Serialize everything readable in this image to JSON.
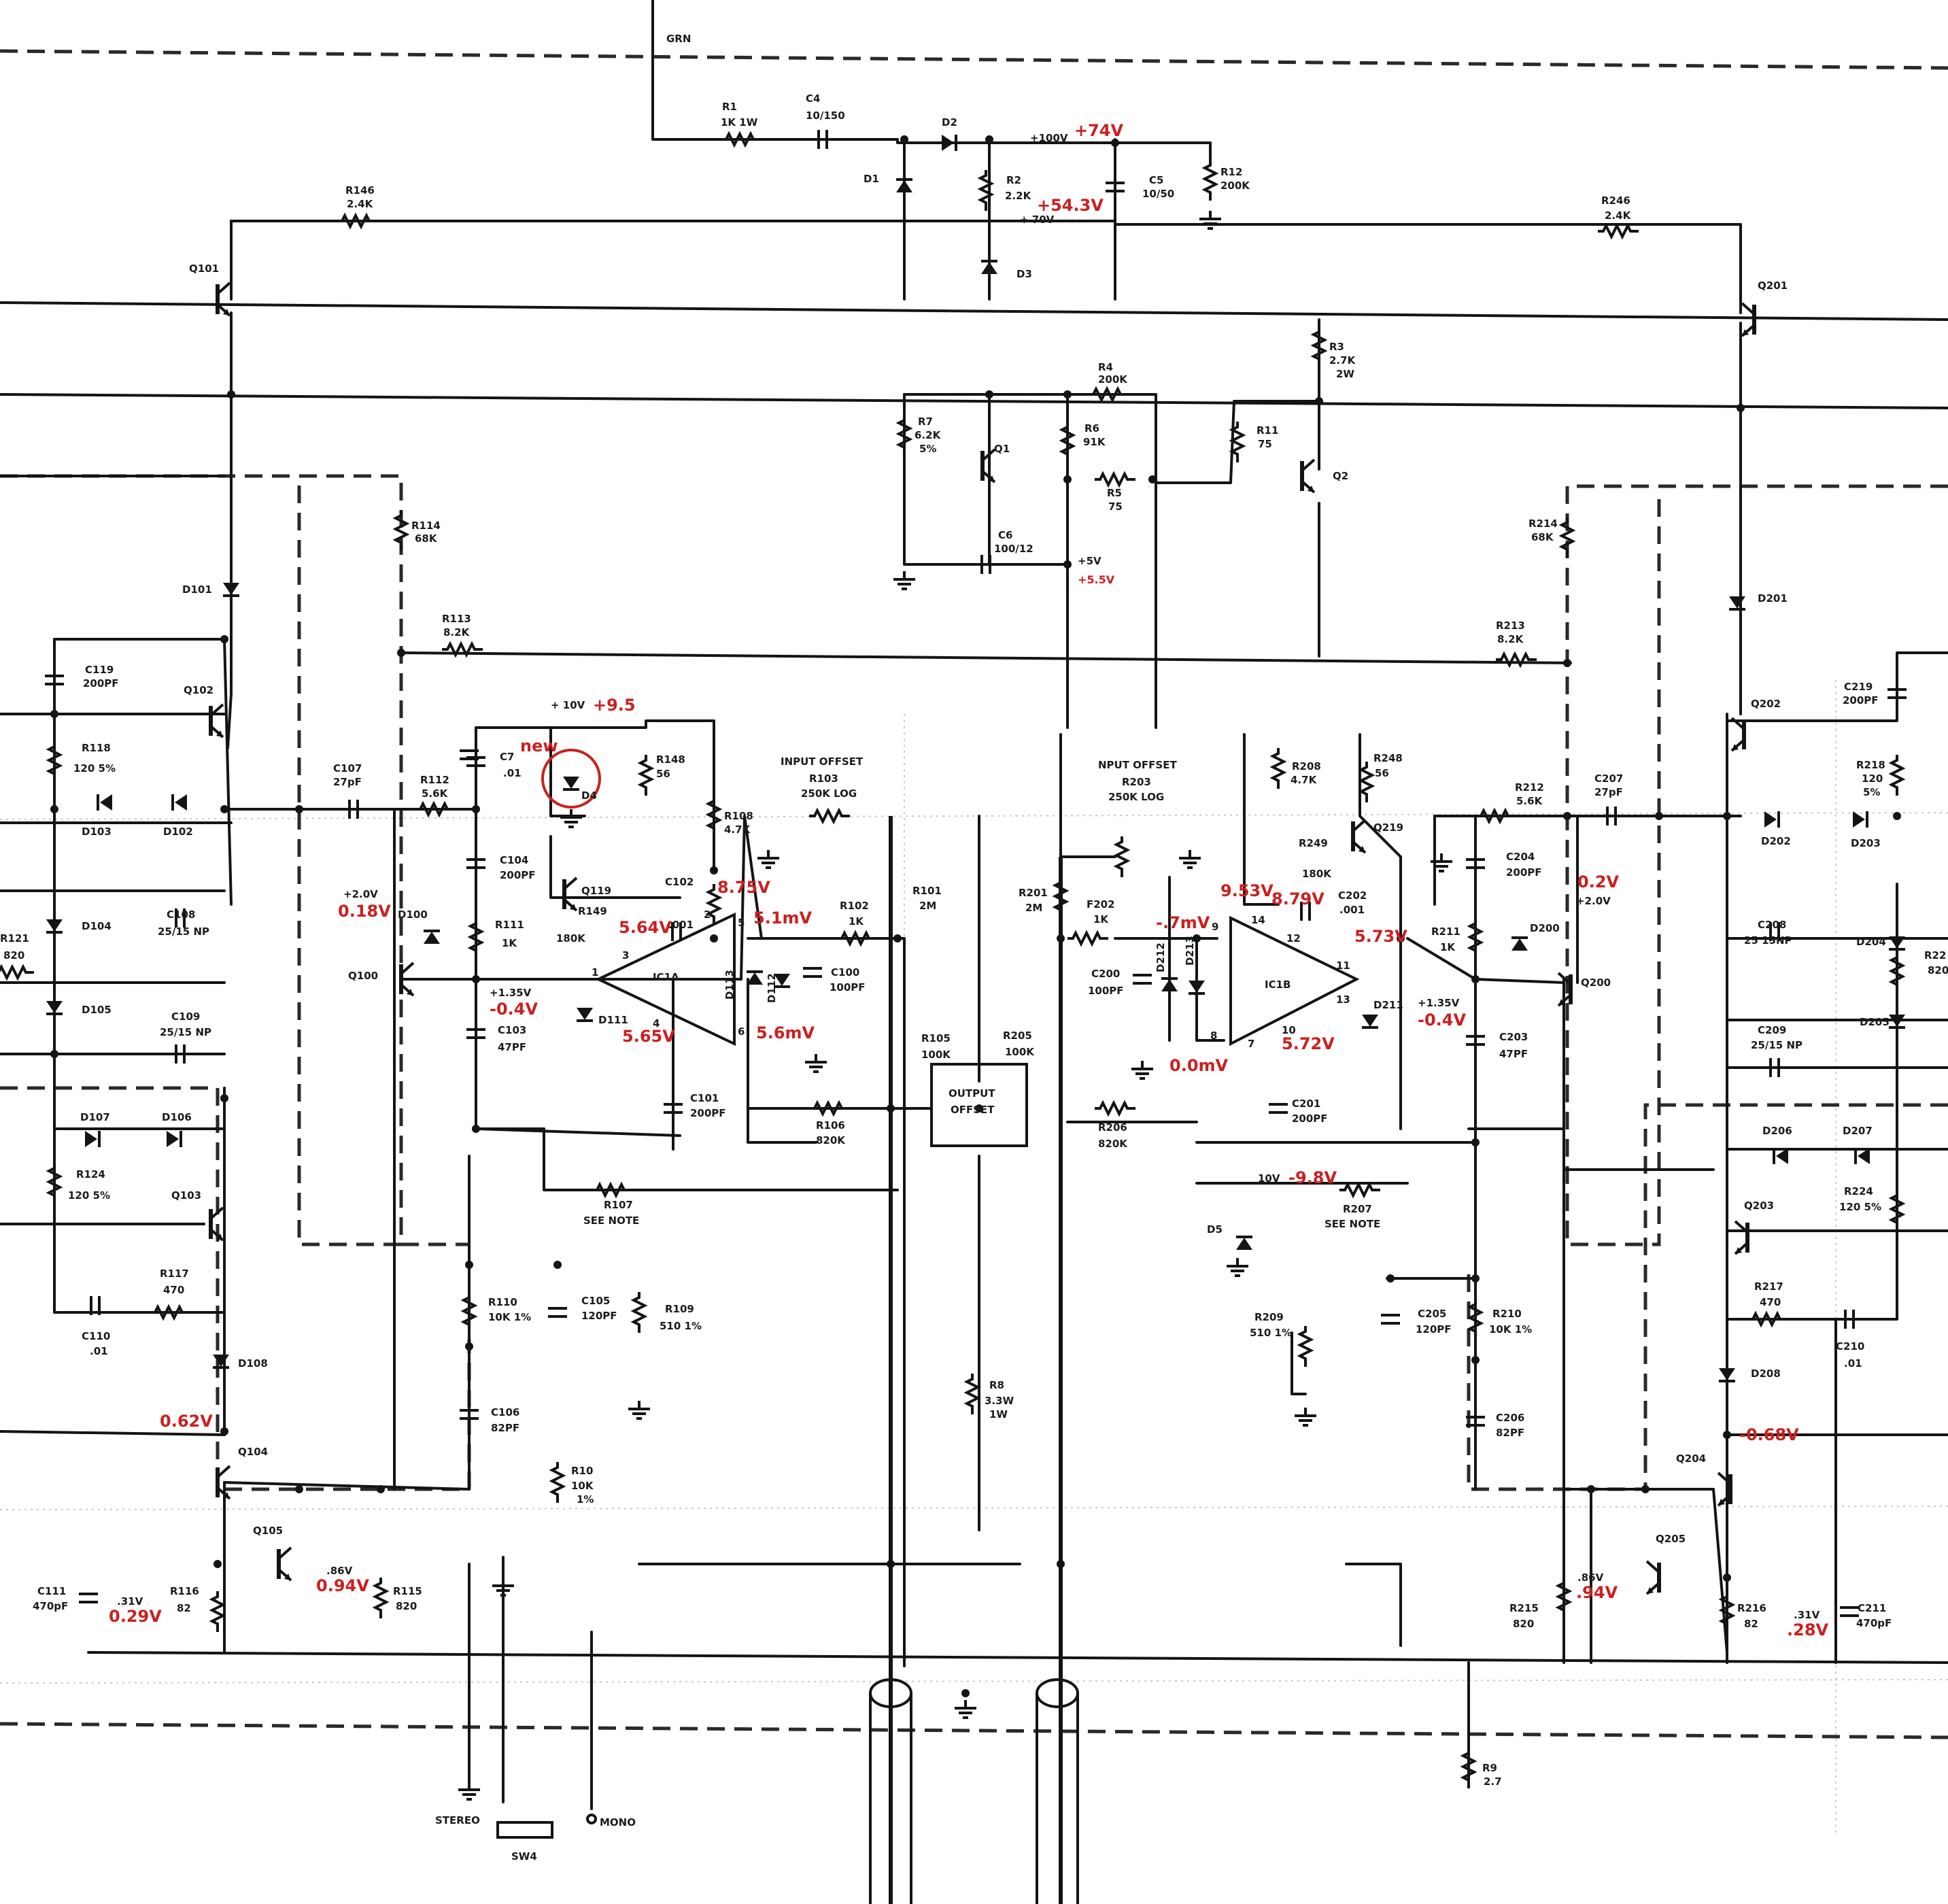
{
  "labels": {
    "grn": "GRN",
    "r1": "R1",
    "r1_val": "1K 1W",
    "c4": "C4",
    "c4_val": "10/150",
    "d2": "D2",
    "d1": "D1",
    "d3": "D3",
    "v100": "+100V",
    "v100_meas": "+74V",
    "r12": "R12",
    "r12_val": "200K",
    "r2": "R2",
    "r2_val": "2.2K",
    "v70": "+ 70V",
    "v70_meas": "+54.3V",
    "c5": "C5",
    "c5_val": "10/50",
    "r146": "R146",
    "r146_val": "2.4K",
    "r246": "R246",
    "r246_val": "2.4K",
    "q101": "Q101",
    "q201": "Q201",
    "r3": "R3",
    "r3_val": "2.7K",
    "r3_w": "2W",
    "r4": "R4",
    "r4_val": "200K",
    "r7": "R7",
    "r7_val": "6.2K",
    "r7_tol": "5%",
    "q1": "Q1",
    "r6": "R6",
    "r6_val": "91K",
    "r5": "R5",
    "r5_val": "75",
    "r11": "R11",
    "r11_val": "75",
    "q2": "Q2",
    "c6": "C6",
    "c6_val": "100/12",
    "v5": "+5V",
    "v5_meas": "+5.5V",
    "r114": "R114",
    "r114_val": "68K",
    "r214": "R214",
    "r214_val": "68K",
    "d101": "D101",
    "d201": "D201",
    "r113": "R113",
    "r113_val": "8.2K",
    "r213": "R213",
    "r213_val": "8.2K",
    "c119": "C119",
    "c119_val": "200PF",
    "c219": "C219",
    "c219_val": "200PF",
    "q102": "Q102",
    "q202": "Q202",
    "r118": "R118",
    "r118_val": "120 5%",
    "r218": "R218",
    "r218_val": "120",
    "r218_tol": "5%",
    "v10": "+ 10V",
    "v10_meas": "+9.5",
    "new": "new",
    "d4": "D4",
    "c7": "C7",
    "c7_val": ".01",
    "c107": "C107",
    "c107_val": "27pF",
    "c207": "C207",
    "c207_val": "27pF",
    "r112": "R112",
    "r112_val": "5.6K",
    "r212": "R212",
    "r212_val": "5.6K",
    "r148": "R148",
    "r148_val": "56",
    "r248": "R248",
    "r248_val": "56",
    "input_offset": "INPUT OFFSET",
    "input_offset2": "NPUT OFFSET",
    "r103": "R103",
    "r103_val": "250K LOG",
    "r203": "R203",
    "r203_val": "250K LOG",
    "r108": "R108",
    "r108_val": "4.7K",
    "r208": "R208",
    "r208_val": "4.7K",
    "d103": "D103",
    "d102": "D102",
    "d202": "D202",
    "d203": "D203",
    "c104": "C104",
    "c104_val": "200PF",
    "c204": "C204",
    "c204_val": "200PF",
    "q119": "Q119",
    "q219": "Q219",
    "r149": "R149",
    "r149_val": "180K",
    "r249": "R249",
    "r249_val": "180K",
    "c102": "C102",
    "c102_val": ".001",
    "c202": "C202",
    "c202_val": ".001",
    "m875": "8.75V",
    "m953": "9.53V",
    "m879": "8.79V",
    "v2a": "+2.0V",
    "m018": "0.18V",
    "v2b": "+2.0V",
    "m02": "0.2V",
    "d100": "D100",
    "d200": "D200",
    "m564": "5.64V",
    "m51mv": "5.1mV",
    "r102": "R102",
    "r102_val": "1K",
    "r101": "R101",
    "r101_val": "2M",
    "r201": "R201",
    "r201_val": "2M",
    "f202": "F202",
    "f202_val": "1K",
    "m7mv": "-.7mV",
    "m573": "5.73V",
    "r111": "R111",
    "r111_val": "1K",
    "r211": "R211",
    "r211_val": "1K",
    "d104": "D104",
    "c108": "C108",
    "c108_val": "25/15 NP",
    "c208": "C208",
    "c208_val": "25 15NP",
    "d204": "D204",
    "r121": "R121",
    "r121_val": "820",
    "r221": "R22",
    "r221_val": "820",
    "q100": "Q100",
    "q200": "Q200",
    "ic1a": "IC1A",
    "ic1b": "IC1B",
    "d113": "D113",
    "d112": "D112",
    "d212": "D212",
    "d213": "D213",
    "c100": "C100",
    "c100_val": "100PF",
    "c200": "C200",
    "c200_val": "100PF",
    "d211": "D211",
    "v135a": "+1.35V",
    "m04a": "-0.4V",
    "v135b": "+1.35V",
    "m04b": "-0.4V",
    "d111": "D111",
    "m565": "5.65V",
    "m56mv": "5.6mV",
    "m00mv": "0.0mV",
    "m572": "5.72V",
    "c103": "C103",
    "c103_val": "47PF",
    "c203": "C203",
    "c203_val": "47PF",
    "d105": "D105",
    "d205": "D205",
    "c109": "C109",
    "c109_val": "25/15 NP",
    "c209": "C209",
    "c209_val": "25/15 NP",
    "r105": "R105",
    "r105_val": "100K",
    "r205": "R205",
    "r205_val": "100K",
    "output_offset1": "OUTPUT",
    "output_offset2": "OFFSET",
    "c101": "C101",
    "c101_val": "200PF",
    "c201": "C201",
    "c201_val": "200PF",
    "r106": "R106",
    "r106_val": "820K",
    "r206": "R206",
    "r206_val": "820K",
    "d107": "D107",
    "d106": "D106",
    "d206": "D206",
    "d207": "D207",
    "r124": "R124",
    "r124_val": "120 5%",
    "r224": "R224",
    "r224_val": "120 5%",
    "q103": "Q103",
    "q203": "Q203",
    "r107": "R107",
    "r107_note": "SEE NOTE",
    "r207": "R207",
    "r207_note": "SEE NOTE",
    "v10b": "10V",
    "m98": "-9.8V",
    "d5": "D5",
    "r117": "R117",
    "r117_val": "470",
    "r217": "R217",
    "r217_val": "470",
    "c110": "C110",
    "c110_val": ".01",
    "c210": "C210",
    "c210_val": ".01",
    "r110": "R110",
    "r110_val": "10K 1%",
    "r210": "R210",
    "r210_val": "10K 1%",
    "c105": "C105",
    "c105_val": "120PF",
    "c205": "C205",
    "c205_val": "120PF",
    "r109": "R109",
    "r109_val": "510 1%",
    "r209": "R209",
    "r209_val": "510 1%",
    "d108": "D108",
    "d208": "D208",
    "m062": "0.62V",
    "m068": "-0.68V",
    "c106": "C106",
    "c106_val": "82PF",
    "c206": "C206",
    "c206_val": "82PF",
    "r8": "R8",
    "r8_val": "3.3W",
    "r8_w": "1W",
    "q104": "Q104",
    "q204": "Q204",
    "r10": "R10",
    "r10_val": "10K",
    "r10_tol": "1%",
    "q105": "Q105",
    "q205": "Q205",
    "v86a": ".86V",
    "m094": "0.94V",
    "v86b": ".86V",
    "m94": ".94V",
    "c111": "C111",
    "c111_val": "470pF",
    "c211": "C211",
    "c211_val": "470pF",
    "v31a": ".31V",
    "m029": "0.29V",
    "v31b": ".31V",
    "m28": ".28V",
    "r116": "R116",
    "r116_val": "82",
    "r216": "R216",
    "r216_val": "82",
    "r115": "R115",
    "r115_val": "820",
    "r215": "R215",
    "r215_val": "820",
    "r9": "R9",
    "r9_val": "2.7",
    "stereo": "STEREO",
    "mono": "MONO",
    "sw4": "SW4",
    "p1": "1",
    "p2": "2",
    "p3": "3",
    "p4": "4",
    "p5": "5",
    "p6": "6",
    "p7": "7",
    "p8": "8",
    "p9": "9",
    "p10": "10",
    "p11": "11",
    "p12": "12",
    "p13": "13",
    "p14": "14"
  },
  "colors": {
    "ink": "#141414",
    "annotation": "#cc1f1f",
    "paper": "#ffffff"
  }
}
